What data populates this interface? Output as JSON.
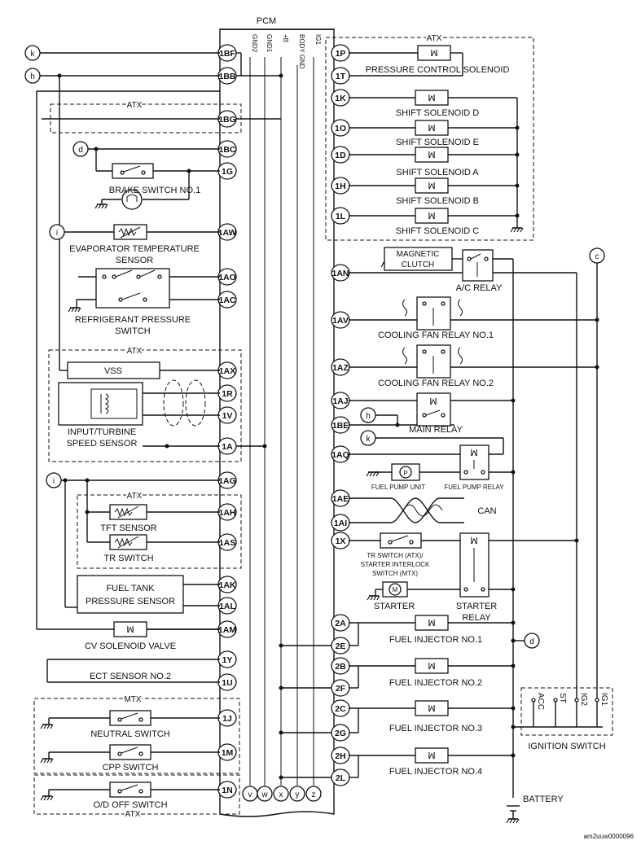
{
  "pcm": {
    "title": "PCM",
    "top_labels": [
      "GND2",
      "GND1",
      "+B",
      "BODY GND",
      "IG1"
    ],
    "bottom_terminals": [
      "v",
      "w",
      "x",
      "y",
      "z"
    ],
    "left_pins": [
      "1BF",
      "1BB",
      "1BG",
      "1BC",
      "1G",
      "1AW",
      "1AO",
      "1AC",
      "1AX",
      "1R",
      "1V",
      "1A",
      "1AG",
      "1AH",
      "1AS",
      "1AK",
      "1AL",
      "1AM",
      "1Y",
      "1U",
      "1J",
      "1M",
      "1N"
    ],
    "right_pins": [
      "1P",
      "1T",
      "1K",
      "1O",
      "1D",
      "1H",
      "1L",
      "1AN",
      "1AV",
      "1AZ",
      "1AJ",
      "1BE",
      "1AQ",
      "1AE",
      "1AI",
      "1X",
      "2A",
      "2E",
      "2B",
      "2F",
      "2C",
      "2G",
      "2H",
      "2L"
    ]
  },
  "connectors": [
    "k",
    "h",
    "d",
    "i",
    "h",
    "k",
    "c",
    "d",
    "i"
  ],
  "groups": {
    "atx": "ATX",
    "mtx": "MTX"
  },
  "left_components": {
    "brake_switch": "BRAKE SWITCH NO.1",
    "evap_sensor_1": "EVAPORATOR TEMPERATURE",
    "evap_sensor_2": "SENSOR",
    "refrig_1": "REFRIGERANT PRESSURE",
    "refrig_2": "SWITCH",
    "vss": "VSS",
    "turbine_1": "INPUT/TURBINE",
    "turbine_2": "SPEED SENSOR",
    "tft": "TFT SENSOR",
    "tr": "TR SWITCH",
    "fuel_tank_1": "FUEL TANK",
    "fuel_tank_2": "PRESSURE SENSOR",
    "cv_valve": "CV SOLENOID VALVE",
    "ect2": "ECT SENSOR NO.2",
    "neutral": "NEUTRAL SWITCH",
    "cpp": "CPP SWITCH",
    "od_off": "O/D OFF SWITCH"
  },
  "right_components": {
    "pcs": "PRESSURE CONTROL SOLENOID",
    "ssd": "SHIFT SOLENOID D",
    "sse": "SHIFT SOLENOID E",
    "ssa": "SHIFT SOLENOID A",
    "ssb": "SHIFT SOLENOID B",
    "ssc": "SHIFT SOLENOID C",
    "mag_1": "MAGNETIC",
    "mag_2": "CLUTCH",
    "ac_relay": "A/C RELAY",
    "cf1": "COOLING FAN RELAY NO.1",
    "cf2": "COOLING FAN RELAY NO.2",
    "main_relay": "MAIN RELAY",
    "fuel_pump_unit": "FUEL PUMP UNIT",
    "fuel_pump_relay": "FUEL PUMP RELAY",
    "can": "CAN",
    "tr_1": "TR SWITCH (ATX)/",
    "tr_2": "STARTER INTERLOCK",
    "tr_3": "SWITCH (MTX)",
    "starter": "STARTER",
    "starter_relay_1": "STARTER",
    "starter_relay_2": "RELAY",
    "inj1": "FUEL INJECTOR NO.1",
    "inj2": "FUEL INJECTOR NO.2",
    "inj3": "FUEL INJECTOR NO.3",
    "inj4": "FUEL INJECTOR NO.4",
    "battery": "BATTERY",
    "ignition_switch": "IGNITION SWITCH",
    "ign_contacts": [
      "ACC",
      "ST",
      "IG2",
      "IG1"
    ]
  },
  "symbols": {
    "coil": "ꟽ",
    "pump": "P",
    "motor": "M"
  },
  "footer_code": "am2uuw0000096"
}
